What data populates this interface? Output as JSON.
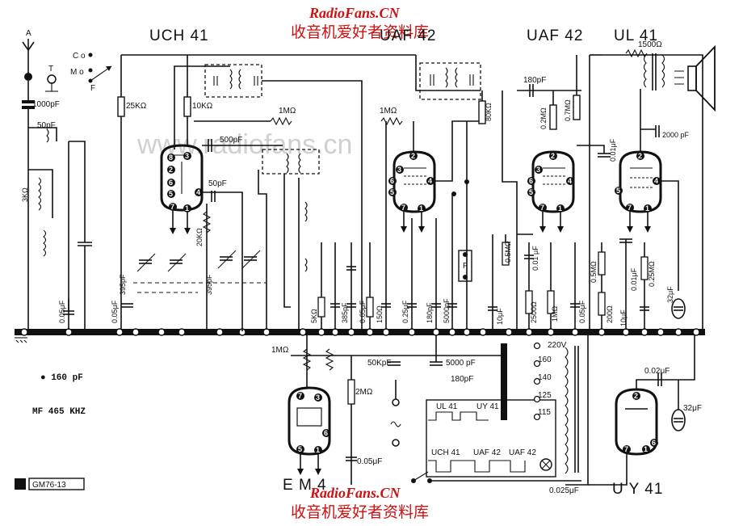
{
  "watermarks": {
    "brand_top": "RadioFans.CN",
    "brand_top_cn": "收音机爱好者资料库",
    "brand_center": "www.radiofans.cn",
    "brand_bottom": "RadioFans.CN",
    "brand_bottom_cn": "收音机爱好者资料库"
  },
  "tubes": {
    "uch41": "UCH 41",
    "uaf42_a": "UAF 42",
    "uaf42_b": "UAF 42",
    "ul41": "UL 41",
    "em4": "E M 4",
    "uy41": "U Y 41"
  },
  "antenna": {
    "a": "A",
    "t": "T",
    "co": "C o",
    "mo": "M o",
    "f": "F"
  },
  "components": {
    "c_ant": "1000pF",
    "c_50pf_a": "50pF",
    "r_3k": "3KΩ",
    "r_25k": "25KΩ",
    "r_10k": "10KΩ",
    "r_1m_a": "1MΩ",
    "r_1m_b": "1MΩ",
    "c_500pf": "500pF",
    "c_50pf_b": "50pF",
    "r_20k": "20KΩ",
    "c_395_a": "395pF",
    "c_395_b": "395pF",
    "c_005_a": "0.05μF",
    "c_005_b": "0.05μF",
    "c_180pf_a": "180pF",
    "r_08m": "80KΩ",
    "r_02m": "0.2MΩ",
    "r_07m": "0.7MΩ",
    "c_001": "0.01μF",
    "r_1500": "1500Ω",
    "c_2000": "2000 pF",
    "r_5k": "5KΩ",
    "c_385": "385pF",
    "c_005_c": "0.05μF",
    "r_150": "150Ω",
    "c_025": "0.25μF",
    "c_180pf_b": "180pF",
    "c_5000_a": "5000pF",
    "r_05m_a": "0.5MΩ",
    "c_001b": "0.01 μF",
    "c_10uf_a": "10μF",
    "r_2500": "2500Ω",
    "r_1m_c": "1MΩ",
    "c_005_d": "0.05μF",
    "r_05m_b": "0.5MΩ",
    "c_001c": "0.01μF",
    "r_025m": "0.25MΩ",
    "r_200": "200Ω",
    "c_10uf_b": "10μF",
    "c_32uf_a": "32μF",
    "r_1m_d": "1MΩ",
    "c_50kpf": "50KpF",
    "c_5000_b": "5000 pF",
    "c_180pf_c": "180pF",
    "r_2m": "2MΩ",
    "c_005_e": "0.05μF",
    "c_002": "0.02μF",
    "c_32uf_b": "32μF",
    "c_0025": "0.025μF",
    "f_label": "F"
  },
  "transformer_taps": [
    "220V",
    "160",
    "140",
    "125",
    "115"
  ],
  "heater_chain": {
    "ul41": "UL 41",
    "uy41": "UY 41",
    "uch41": "UCH 41",
    "uaf42_a": "UAF 42",
    "uaf42_b": "UAF 42"
  },
  "notes": {
    "dot": "● 160 pF",
    "mf": "MF 465 KHZ",
    "code": "GM76-13"
  }
}
